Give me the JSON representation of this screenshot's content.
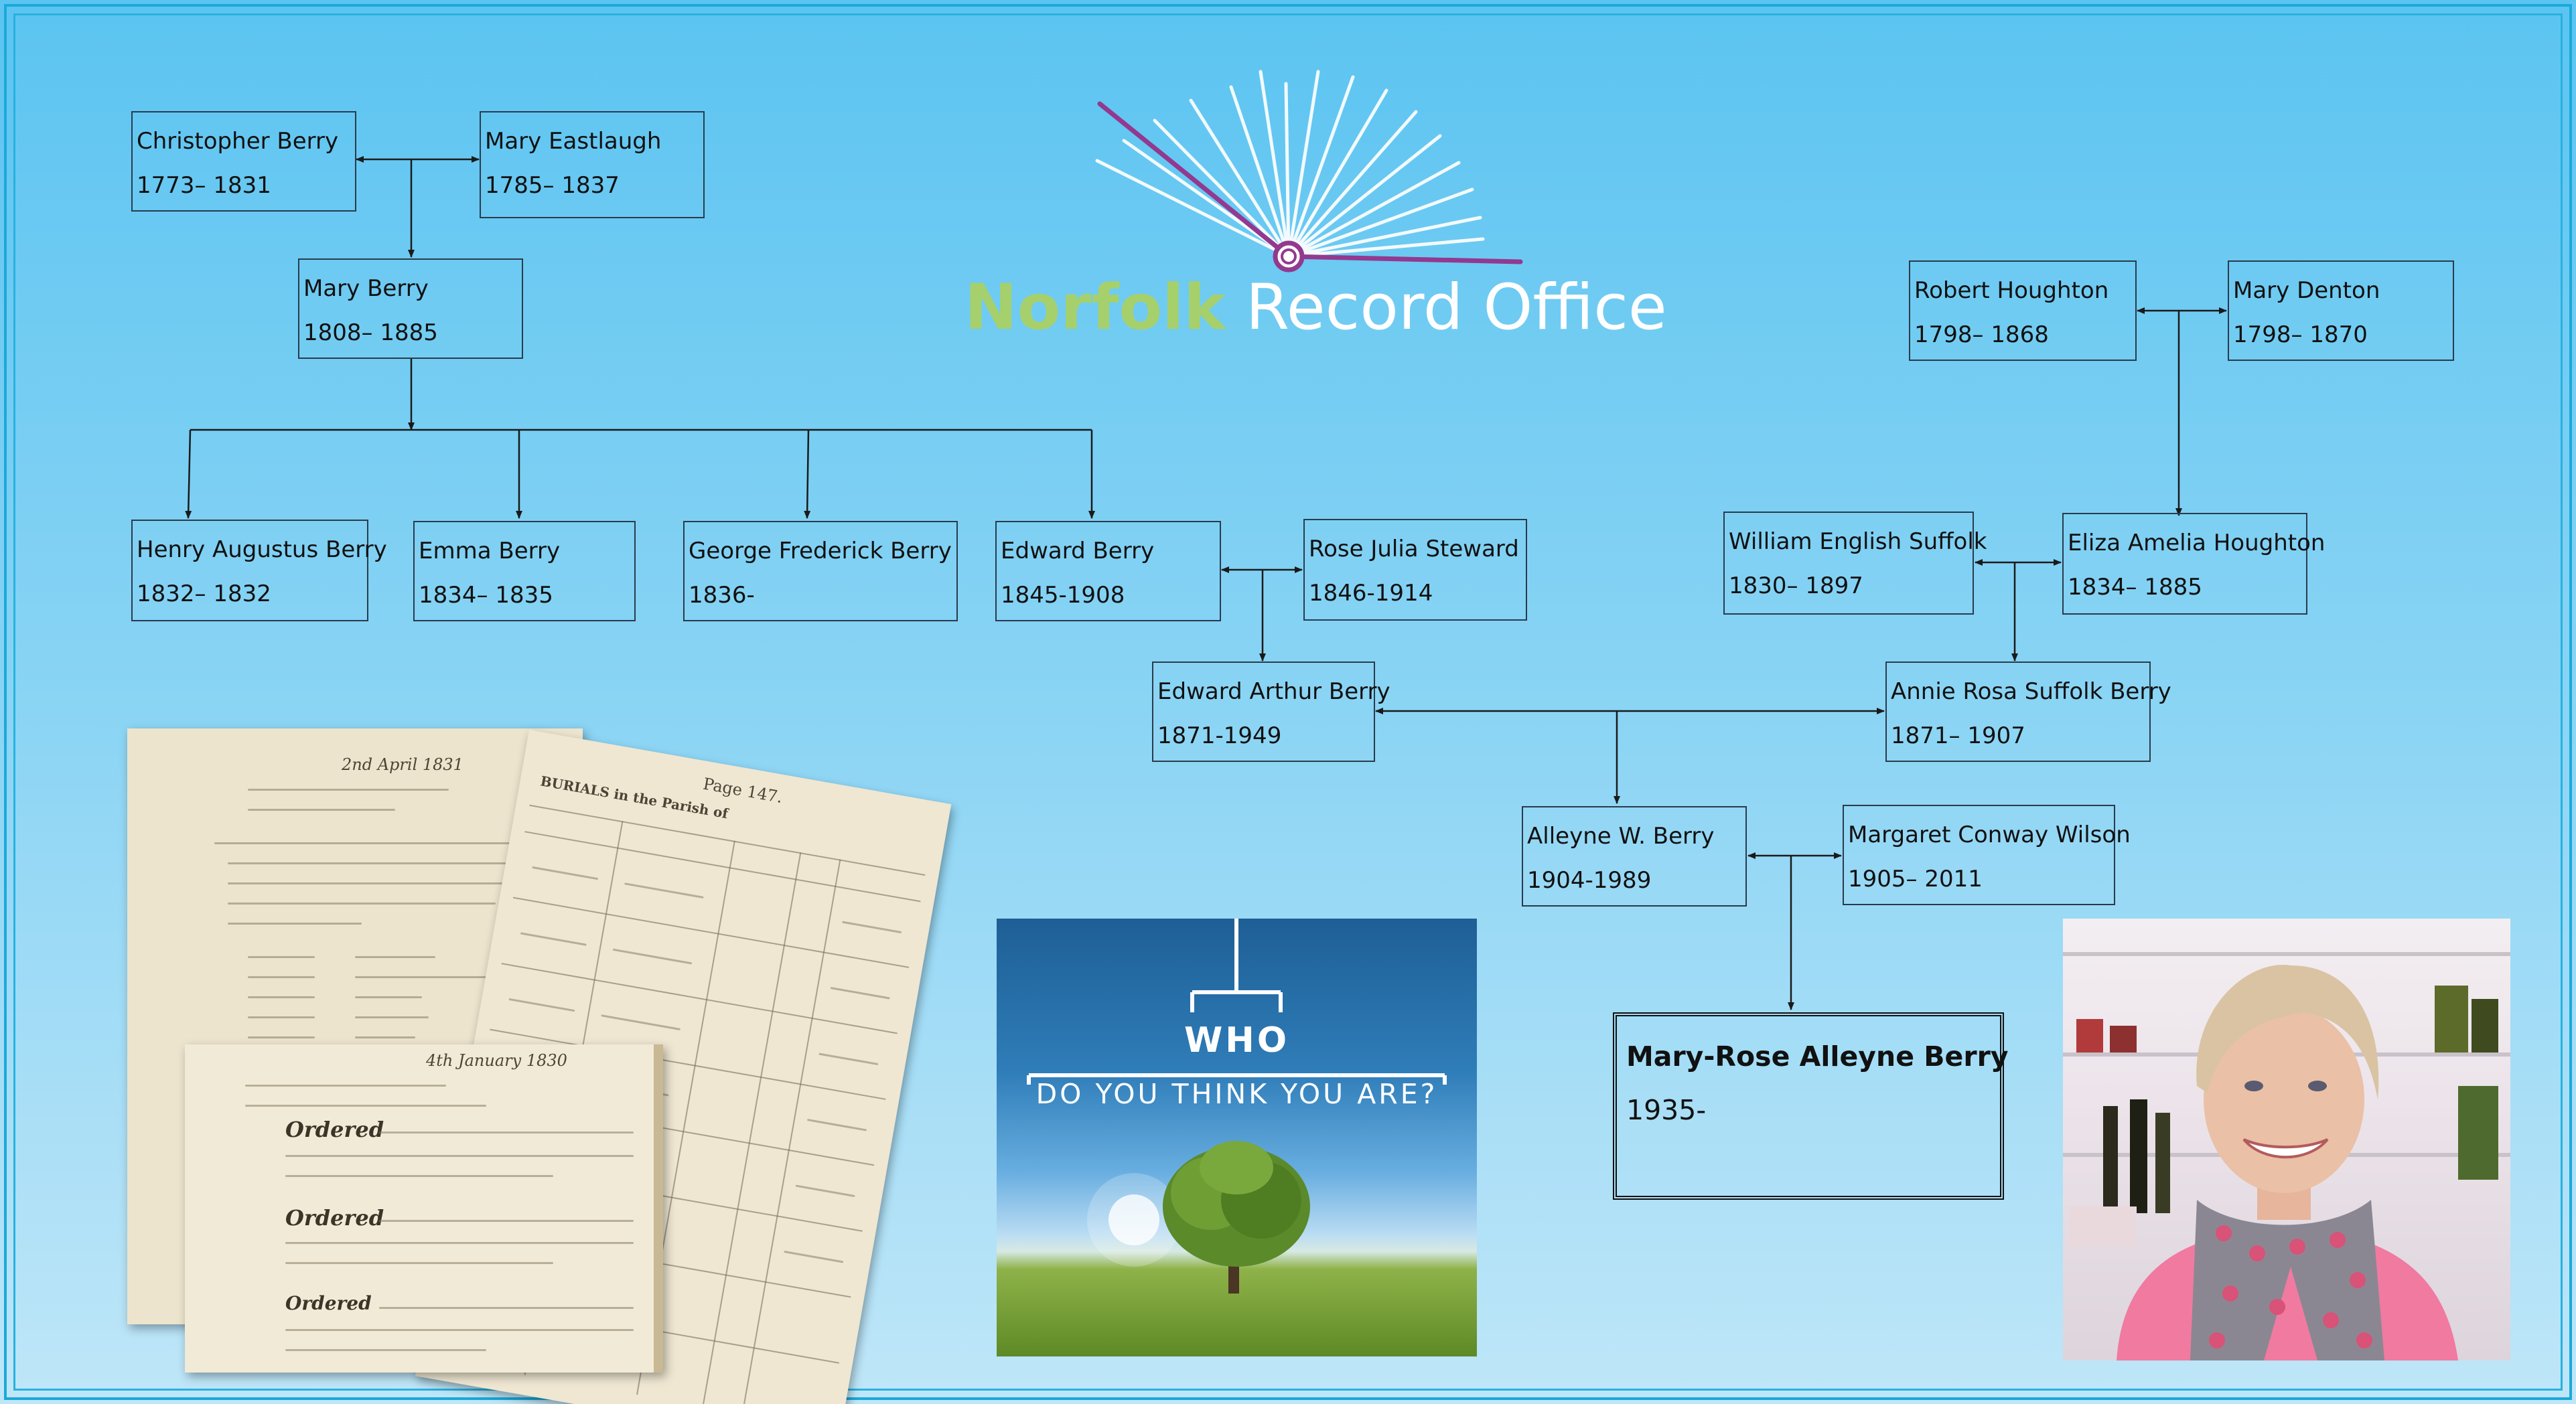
{
  "logo": {
    "word1": "Norfolk",
    "word2": "Record Office"
  },
  "people": {
    "christopher": {
      "name": "Christopher Berry",
      "dates": "1773– 1831"
    },
    "mary_e": {
      "name": "Mary Eastlaugh",
      "dates": "1785– 1837"
    },
    "mary_b": {
      "name": "Mary Berry",
      "dates": "1808– 1885"
    },
    "henry": {
      "name": "Henry Augustus Berry",
      "dates": "1832– 1832"
    },
    "emma": {
      "name": "Emma Berry",
      "dates": "1834– 1835"
    },
    "george": {
      "name": "George Frederick Berry",
      "dates": "1836-"
    },
    "edward": {
      "name": "Edward Berry",
      "dates": "1845-1908"
    },
    "rose": {
      "name": "Rose Julia Steward",
      "dates": "1846-1914"
    },
    "robert": {
      "name": "Robert Houghton",
      "dates": "1798– 1868"
    },
    "mary_d": {
      "name": "Mary Denton",
      "dates": "1798– 1870"
    },
    "william": {
      "name": "William English Suffolk",
      "dates": "1830– 1897"
    },
    "eliza": {
      "name": "Eliza Amelia Houghton",
      "dates": "1834– 1885"
    },
    "edward_a": {
      "name": "Edward Arthur Berry",
      "dates": "1871-1949"
    },
    "annie": {
      "name": "Annie Rosa Suffolk Berry",
      "dates": "1871– 1907"
    },
    "alleyne": {
      "name": "Alleyne W. Berry",
      "dates": "1904-1989"
    },
    "margaret": {
      "name": "Margaret Conway Wilson",
      "dates": "1905– 2011"
    },
    "maryrose": {
      "name": "Mary-Rose Alleyne Berry",
      "dates": "1935-"
    }
  },
  "documents": {
    "left_date": "2nd April 1831",
    "right_header": "BURIALS in the Parish of",
    "right_page": "Page 147.",
    "front_date": "4th January 1830",
    "front_words": [
      "Ordered",
      "Ordered",
      "Ordered"
    ]
  },
  "tv_show": {
    "line1": "WHO",
    "line2": "DO YOU THINK YOU ARE?"
  },
  "colors": {
    "background": "#5bc4f1",
    "logo_green": "#a6d06c",
    "logo_purple": "#93398f",
    "frame": "#1aa9d9"
  }
}
